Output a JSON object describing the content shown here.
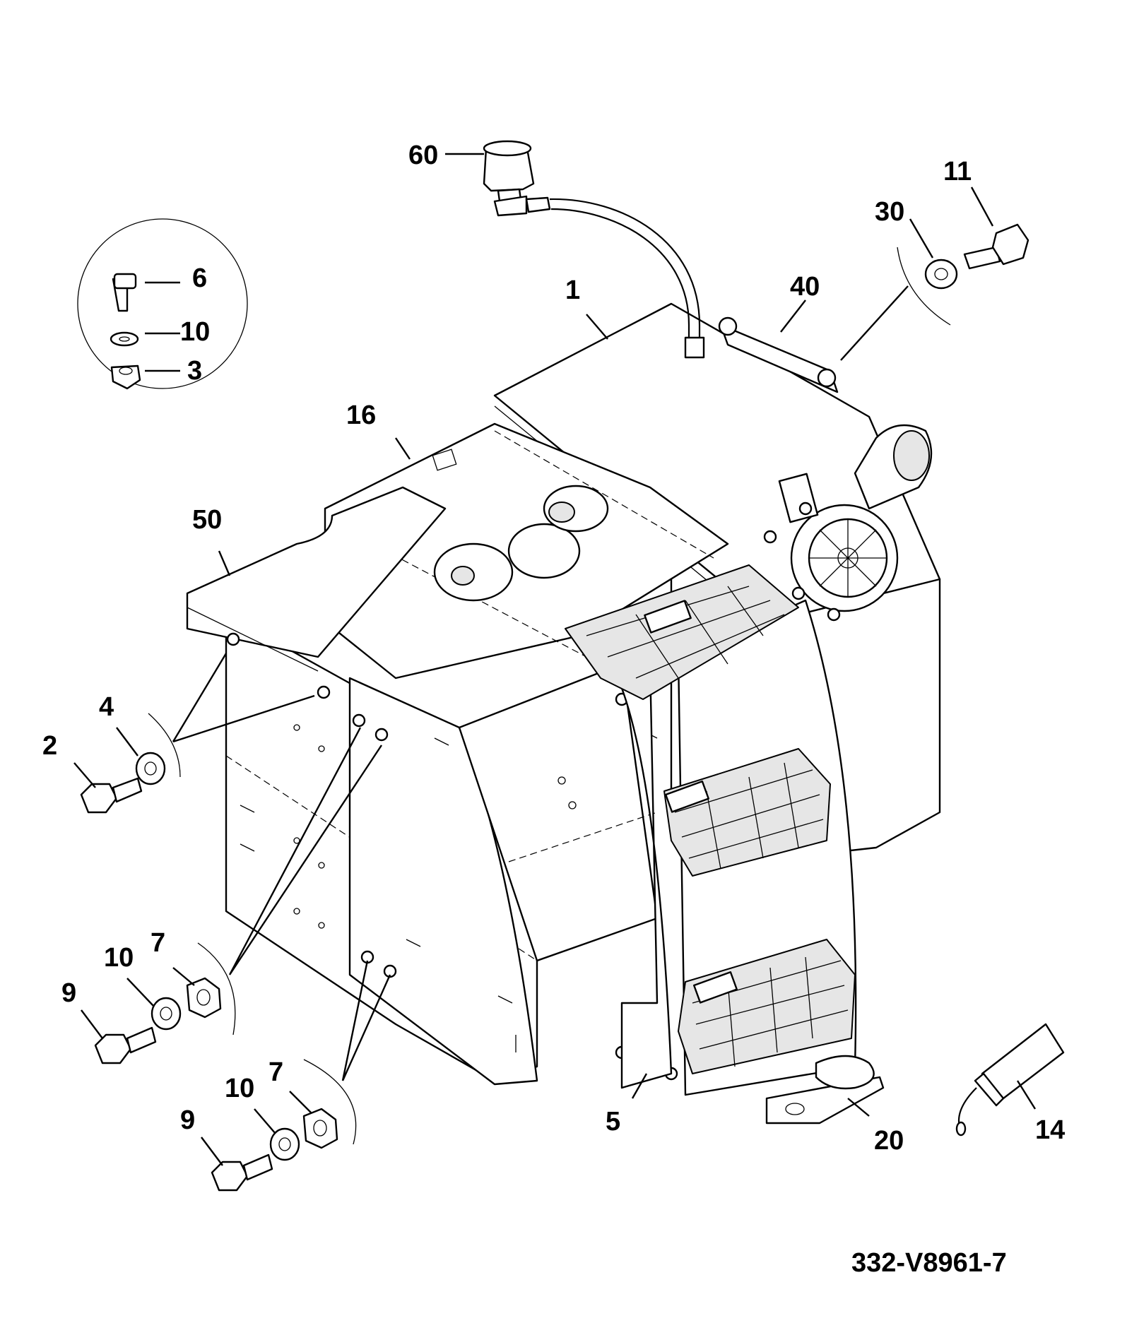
{
  "drawing_number": "332-V8961-7",
  "callouts": [
    {
      "id": "c60",
      "label": "60"
    },
    {
      "id": "c11",
      "label": "11"
    },
    {
      "id": "c30",
      "label": "30"
    },
    {
      "id": "c40",
      "label": "40"
    },
    {
      "id": "c1",
      "label": "1"
    },
    {
      "id": "c6",
      "label": "6"
    },
    {
      "id": "c10a",
      "label": "10"
    },
    {
      "id": "c3",
      "label": "3"
    },
    {
      "id": "c16",
      "label": "16"
    },
    {
      "id": "c50",
      "label": "50"
    },
    {
      "id": "c4",
      "label": "4"
    },
    {
      "id": "c2",
      "label": "2"
    },
    {
      "id": "c7a",
      "label": "7"
    },
    {
      "id": "c10b",
      "label": "10"
    },
    {
      "id": "c9a",
      "label": "9"
    },
    {
      "id": "c7b",
      "label": "7"
    },
    {
      "id": "c10c",
      "label": "10"
    },
    {
      "id": "c9b",
      "label": "9"
    },
    {
      "id": "c5",
      "label": "5"
    },
    {
      "id": "c20",
      "label": "20"
    },
    {
      "id": "c14",
      "label": "14"
    }
  ]
}
